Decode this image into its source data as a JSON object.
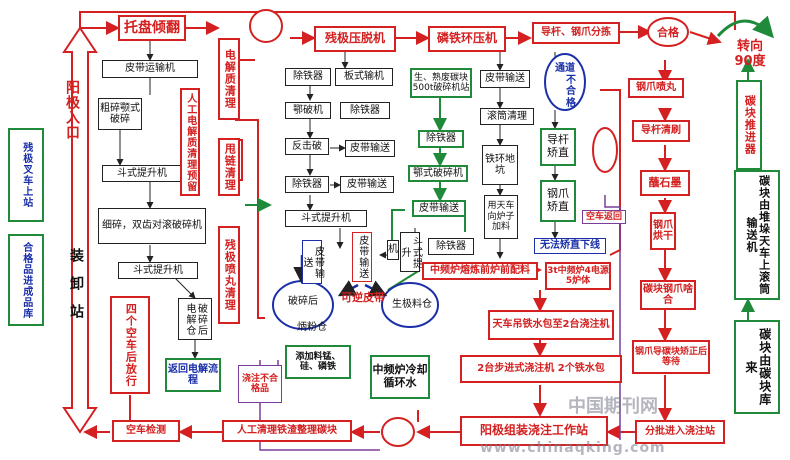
{
  "left": {
    "anode_in": "阳极入口",
    "loading_station": "装卸站",
    "forklift_up": "残极叉车上站",
    "qualified_out": "合格品进成品库"
  },
  "top_row": {
    "tray_tip": "托盘倾翻",
    "stub_strip": "残极压脱机",
    "phos_press": "磷铁环压机",
    "guide_split": "导杆、钢爪分拣",
    "qualified": "合格",
    "turn90": "转向90度"
  },
  "col1": {
    "belt_conveyor": "皮带运输机",
    "jaw_crusher": "粗碎颚式破碎",
    "bucket1": "斗式提升机",
    "roll_crusher": "细碎，双齿对滚破碎机",
    "bucket2": "斗式提升机",
    "crush_bin": "破碎后电解仓",
    "return_flow": "返回电解流程"
  },
  "col2": {
    "electro_clean": "电解质清理",
    "manual_clean": "人工电解质清理预留",
    "chain_clean": "甩链清理",
    "shot_clean": "残极喷丸清理"
  },
  "col3": {
    "plate_conveyor": "板式输机",
    "fe_remove1": "除铁器",
    "crusher": "鄂破机",
    "fe_remove2": "除铁器",
    "counter_crusher": "反击破",
    "belt2": "皮带输送",
    "fe_remove3": "除铁器",
    "belt3": "皮带输送",
    "bucket3": "斗式提升机",
    "belt_vert": "皮带输送",
    "crushed_bin": "破碎后",
    "stub_bin": "炳粉仓",
    "reversible_belt": "可逆皮带",
    "belt_vert2": "皮带输送",
    "machine": "机",
    "bucket_lift": "斗式提升",
    "raw_bin": "生极料仓",
    "fe_remove4": "除铁器"
  },
  "col4": {
    "cast_iron": "生、熟废碳块500t破碎机站",
    "fe_remove5": "除铁器",
    "jaw2": "鄂式破碎机",
    "belt4": "皮带输送",
    "add_flux": "添加料锰、硅、磷铁"
  },
  "col5": {
    "belt5": "皮带输送",
    "drum_clean": "滚筒清理",
    "ring_pit": "铁环地坑",
    "crane_feed": "用天车向炉子加料",
    "mf_batch": "中频炉熔炼前炉前配料",
    "mf_cool": "中频炉冷却循环水"
  },
  "col6": {
    "pass": "通道",
    "fail": "不合格",
    "guide_straight": "导杆矫直",
    "claw_straight": "钢爪矫直",
    "no_straight": "无法矫直下线",
    "empty_return": "空车返回",
    "furnace_power": "3t中频炉4电源5炉体",
    "crane_ladle": "天车吊铁水包至2台浇注机",
    "two_casters": "2台步进式浇注机 2个铁水包",
    "anode_cast": "阳极组装浇注工作站",
    "cast_fail": "浇注不合格品"
  },
  "col7": {
    "claw_shot": "钢爪喷丸",
    "guide_brush": "导杆清刷",
    "dip_graphite": "蘸石墨",
    "claw_dry": "钢爪烘干",
    "carbon_claw": "碳块钢爪啥合",
    "claw_guide": "钢爪导碳块矫正后等待",
    "split_enter": "分批进入浇注站"
  },
  "right": {
    "pusher": "碳块推进器",
    "stack_conv": "碳块由堆垛天车上滚筒输送机",
    "warehouse": "碳块由碳块库来"
  },
  "bottom": {
    "empty_check": "空车检测",
    "slag_clean": "人工清理铁渣整理碳块",
    "four_empty": "四个空车后放行"
  },
  "watermark": {
    "cn": "中国期刊网",
    "url": "www.chinaqking.com"
  },
  "colors": {
    "red": "#d42020",
    "green": "#1e8a3a",
    "blue": "#1a2fa8",
    "black": "#222222"
  }
}
